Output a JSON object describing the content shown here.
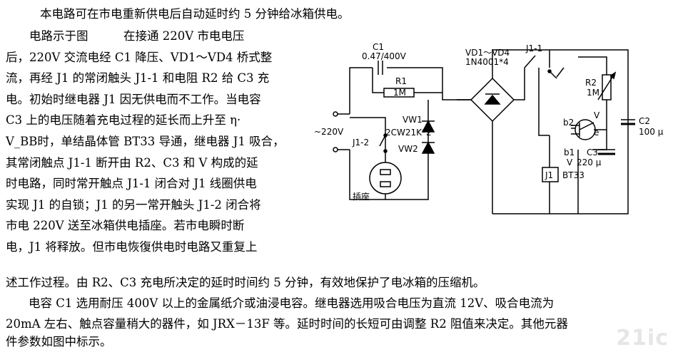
{
  "text": {
    "intro": "本电路可在市电重新供电后自动延时约 5 分钟给冰箱供电。",
    "left_lines": [
      "电路示于图　　　在接通 220V 市电电压",
      "后，220V 交流电经 C1 降压、VD1～VD4 桥式整",
      "流，再经 J1 的常闭触头 J1-1 和电阻 R2 给 C3 充",
      "电。初始时继电器 J1 因无供电而不工作。当电容",
      "C3 上的电压随着充电过程的延长而上升至 η·",
      "V_BB时，单结晶体管 BT33 导通，继电器 J1 吸合，",
      "其常闭触点 J1-1 断开由 R2、C3 和 V 构成的延",
      "时电路，同时常开触点 J1-1 闭合对 J1 线圈供电",
      "实现 J1 的自锁；J1 的另一常开触头 J1-2 闭合将",
      "市电 220V 送至冰箱供电插座。若市电瞬时断",
      "电，J1 将释放。但市电恢復供电时电路又重复上"
    ],
    "full_line_1": "述工作过程。由 R2、C3 充电所决定的延时时间约 5 分钟，有效地保护了电冰箱的压缩机。",
    "full_line_2": "电容 C1 选用耐压 400V 以上的金属纸介或油浸电容。继电器选用吸合电压为直流 12V、吸合电流为",
    "full_line_3": "20mA 左右、触点容量稍大的器件，如 JRX－13F 等。延时时间的长短可由调整 R2 阻值来决定。其他元器",
    "full_line_4": "件参数如图中标示。"
  },
  "schematic": {
    "c1_label": "C1",
    "c1_value": "0.47/400V",
    "r1_label": "R1",
    "r1_value": "1M",
    "bridge_label": "VD1～VD4",
    "bridge_value": "1N4001*4",
    "j11_label": "J1-1",
    "r2_label": "R2",
    "r2_value": "1M",
    "vw1_label": "VW1",
    "zener_value": "2CW21K*2",
    "vw2_label": "VW2",
    "ac_label": "~220V",
    "j12_label": "J1-2",
    "socket_label": "插座",
    "b2_label": "b2",
    "v_label": "V",
    "e_label": "e",
    "b1_label": "b1",
    "v2_label": "V",
    "bt33_label": "BT33",
    "j1_label": "J1",
    "c3_label": "C3",
    "c3_value": "220 μ",
    "c2_label": "C2",
    "c2_value": "100 μ"
  },
  "watermark": "21ic"
}
